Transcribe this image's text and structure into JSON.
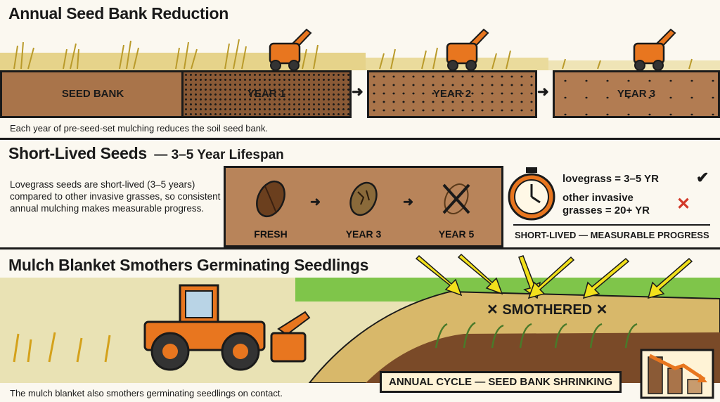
{
  "section1": {
    "title": "Annual Seed Bank Reduction",
    "caption": "Each year of pre-seed-set mulching reduces the soil seed bank.",
    "stages": [
      {
        "label": "SEED BANK"
      },
      {
        "label": "YEAR 1"
      },
      {
        "label": "YEAR 2"
      },
      {
        "label": "YEAR 3"
      }
    ]
  },
  "section2": {
    "title": "Short-Lived Seeds",
    "title_suffix": "— 3–5 Year Lifespan",
    "description": "Lovegrass seeds are short-lived (3–5 years) compared to other invasive grasses, so consistent annual mulching makes measurable progress.",
    "seed_stages": [
      {
        "label": "FRESH"
      },
      {
        "label": "YEAR 3"
      },
      {
        "label": "YEAR 5"
      }
    ],
    "comparison": {
      "lovegrass": "lovegrass = 3–5 YR",
      "other_line1": "other invasive",
      "other_line2": "grasses = 20+ YR",
      "footer": "SHORT-LIVED — MEASURABLE PROGRESS"
    }
  },
  "section3": {
    "title": "Mulch Blanket Smothers Germinating Seedlings",
    "smothered_label": "✕ SMOTHERED ✕",
    "cycle_label": "ANNUAL CYCLE — SEED BANK SHRINKING",
    "caption": "The mulch blanket also smothers germinating seedlings on contact."
  },
  "colors": {
    "soil": "#a9744a",
    "grass": "#d9c66a",
    "machine": "#e8761f",
    "arrow_yellow": "#f2e01c",
    "green_field": "#7fc54a"
  }
}
